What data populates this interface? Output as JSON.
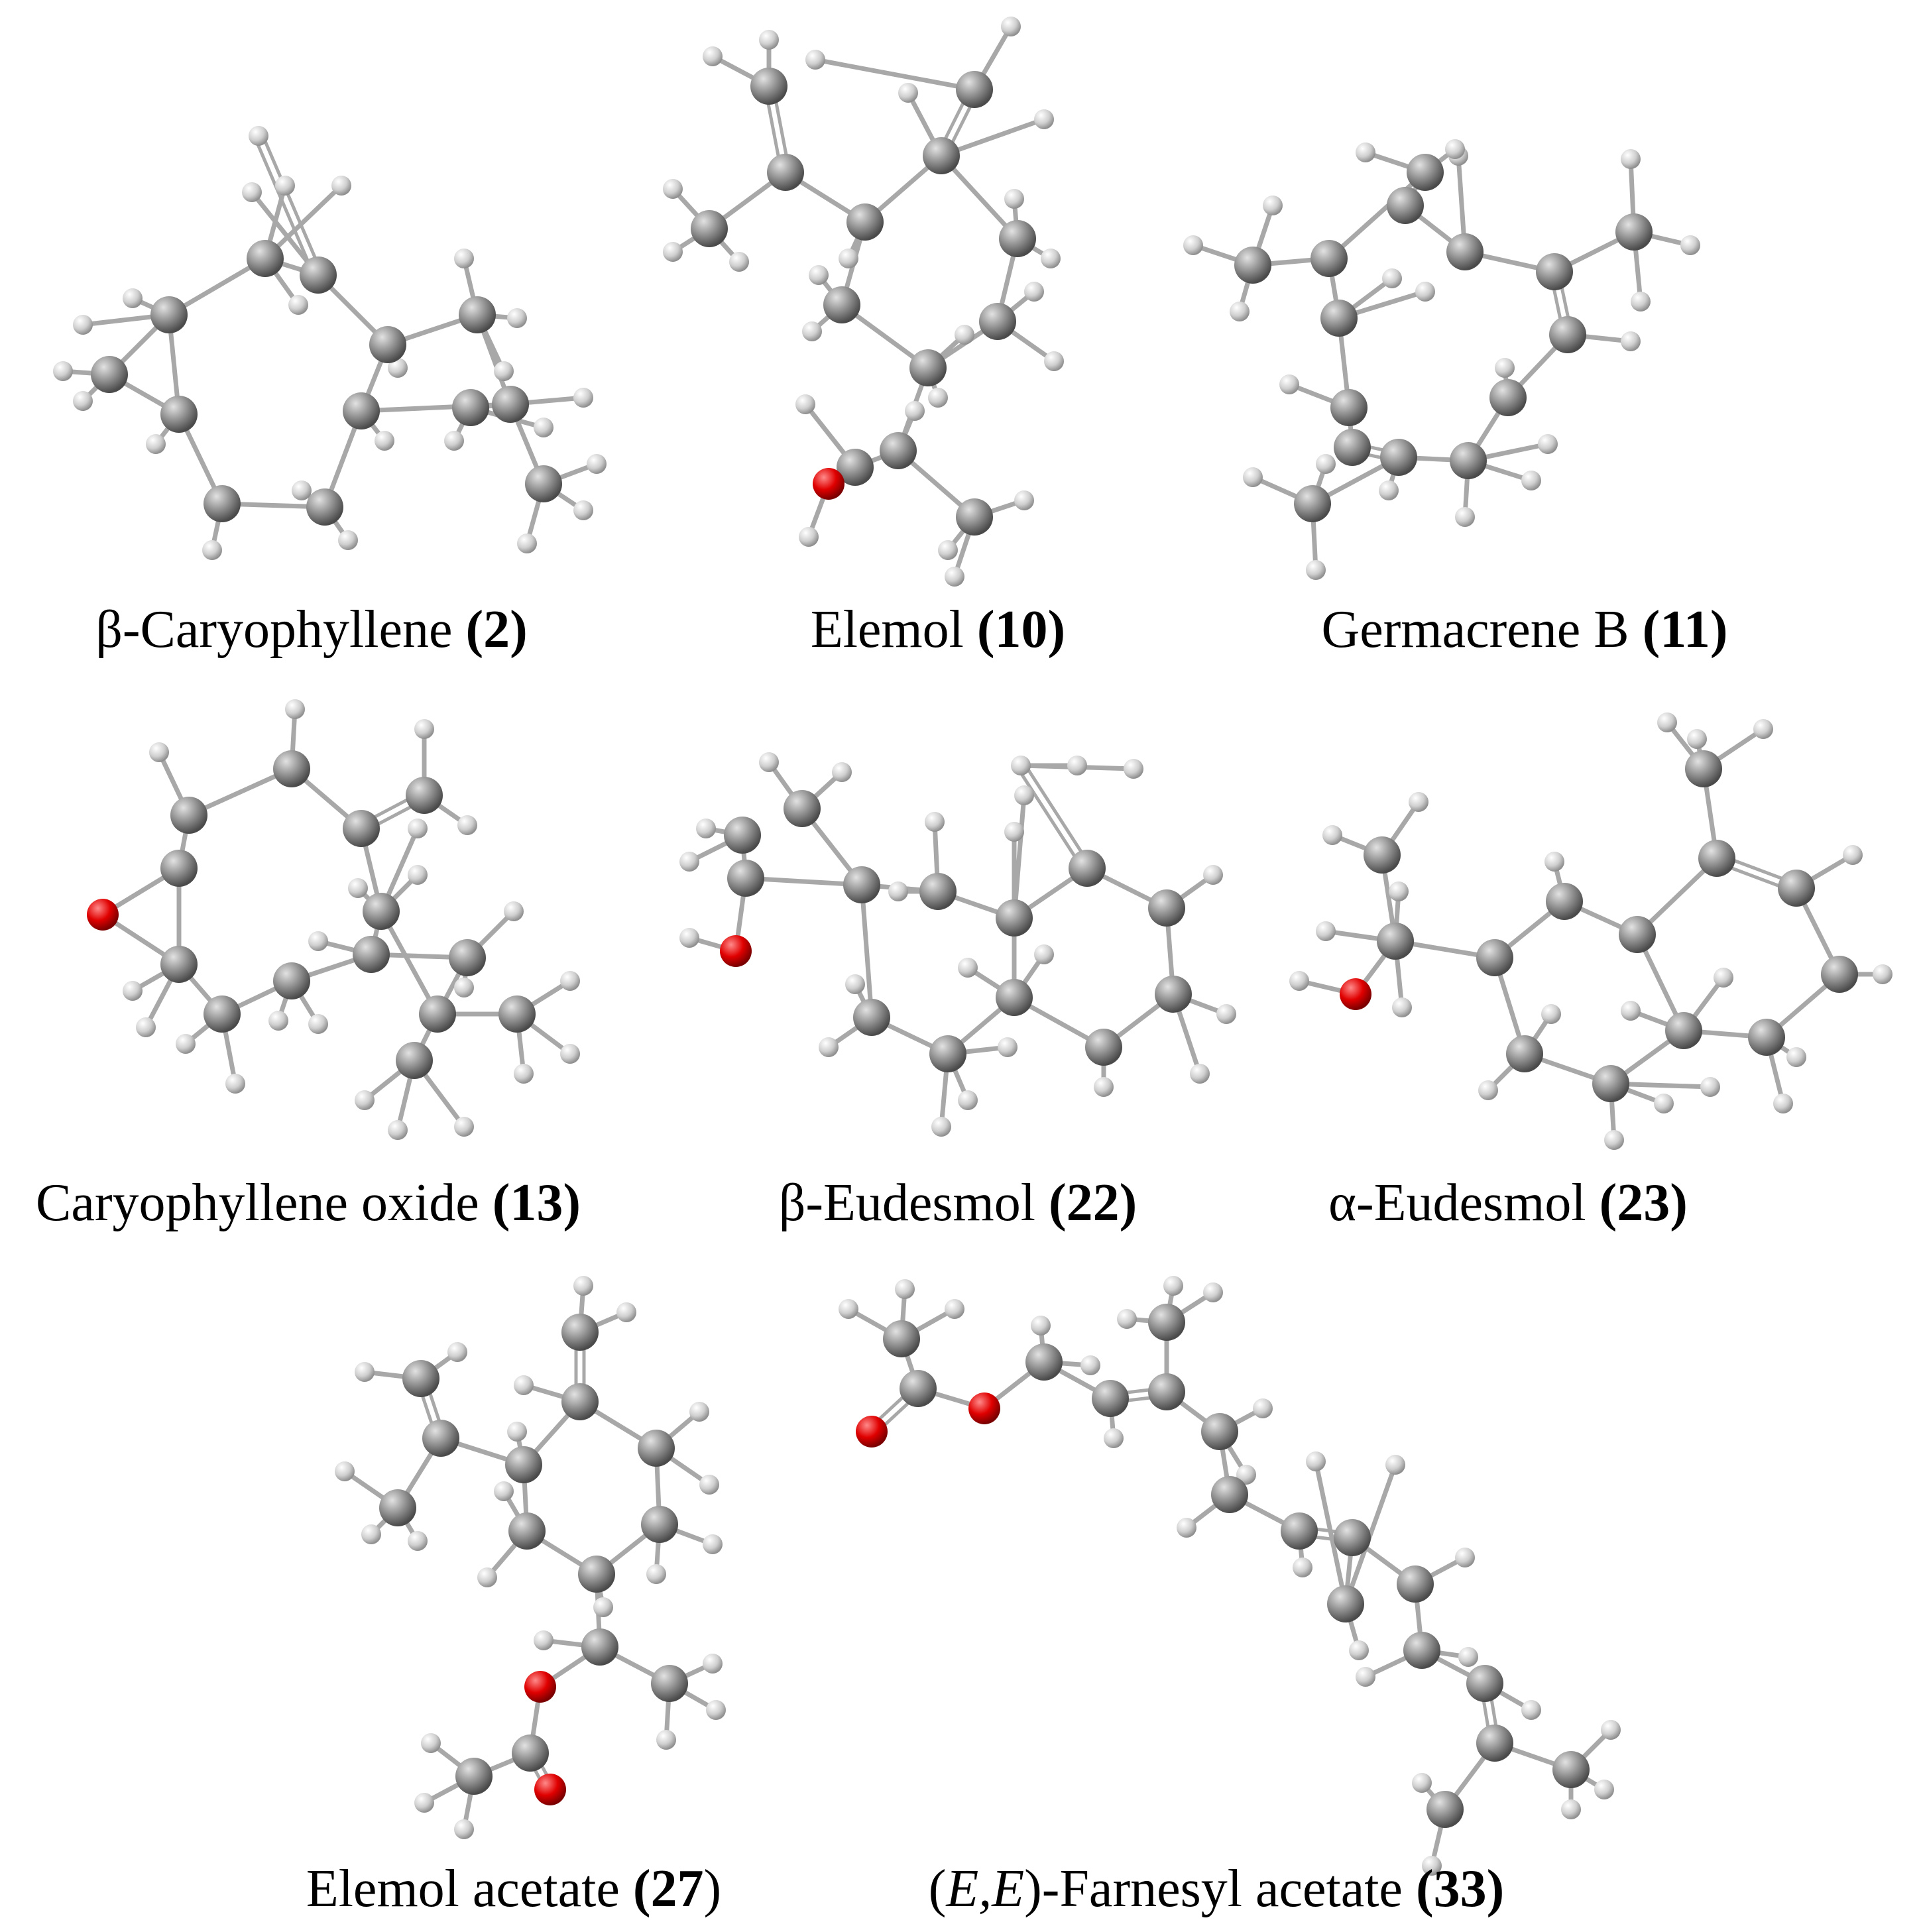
{
  "molecules": [
    {
      "id": "m2",
      "name": "β-Caryophyllene",
      "number": "2"
    },
    {
      "id": "m10",
      "name": "Elemol",
      "number": "10"
    },
    {
      "id": "m11",
      "name": "Germacrene B",
      "number": "11"
    },
    {
      "id": "m13",
      "name": "Caryophyllene oxide",
      "number": "13"
    },
    {
      "id": "m22",
      "name": "β-Eudesmol",
      "number": "22"
    },
    {
      "id": "m23",
      "name": "α-Eudesmol",
      "number": "23"
    },
    {
      "id": "m27",
      "name": "Elemol acetate",
      "number": "27",
      "bracket_close": ")"
    },
    {
      "id": "m33",
      "name_prefix": "(",
      "name_italic": "E,E",
      "name_suffix": ")-Farnesyl acetate",
      "number": "33"
    }
  ],
  "colors": {
    "carbon": "#8a8a8a",
    "hydrogen": "#d6d6d6",
    "oxygen": "#d40000",
    "bond": "#a8a8a8"
  }
}
